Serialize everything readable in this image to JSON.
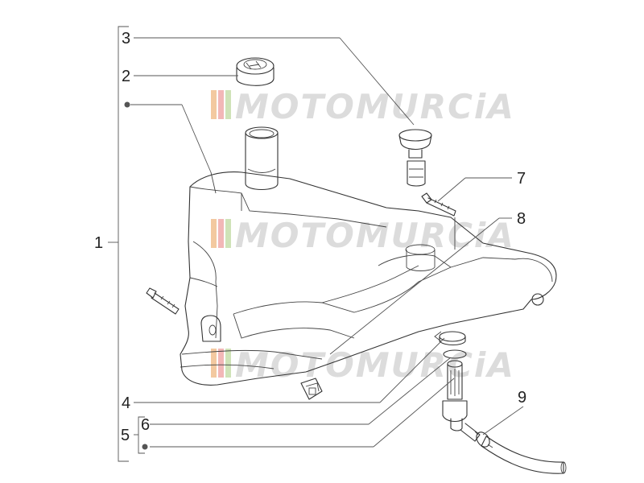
{
  "diagram": {
    "callouts": {
      "c1": "1",
      "c2": "2",
      "c3": "3",
      "c4": "4",
      "c5": "5",
      "c6": "6",
      "c7": "7",
      "c8": "8",
      "c9": "9"
    },
    "watermark": {
      "text": "MOTOMURCiA",
      "text_color": "#dcdcdc",
      "stripe_colors": [
        "#f3c9a0",
        "#f2b7b7",
        "#cfe3b8",
        "#b9c9e6"
      ]
    },
    "colors": {
      "line": "#333333",
      "leader": "#555555",
      "bullet": "#555555"
    }
  }
}
